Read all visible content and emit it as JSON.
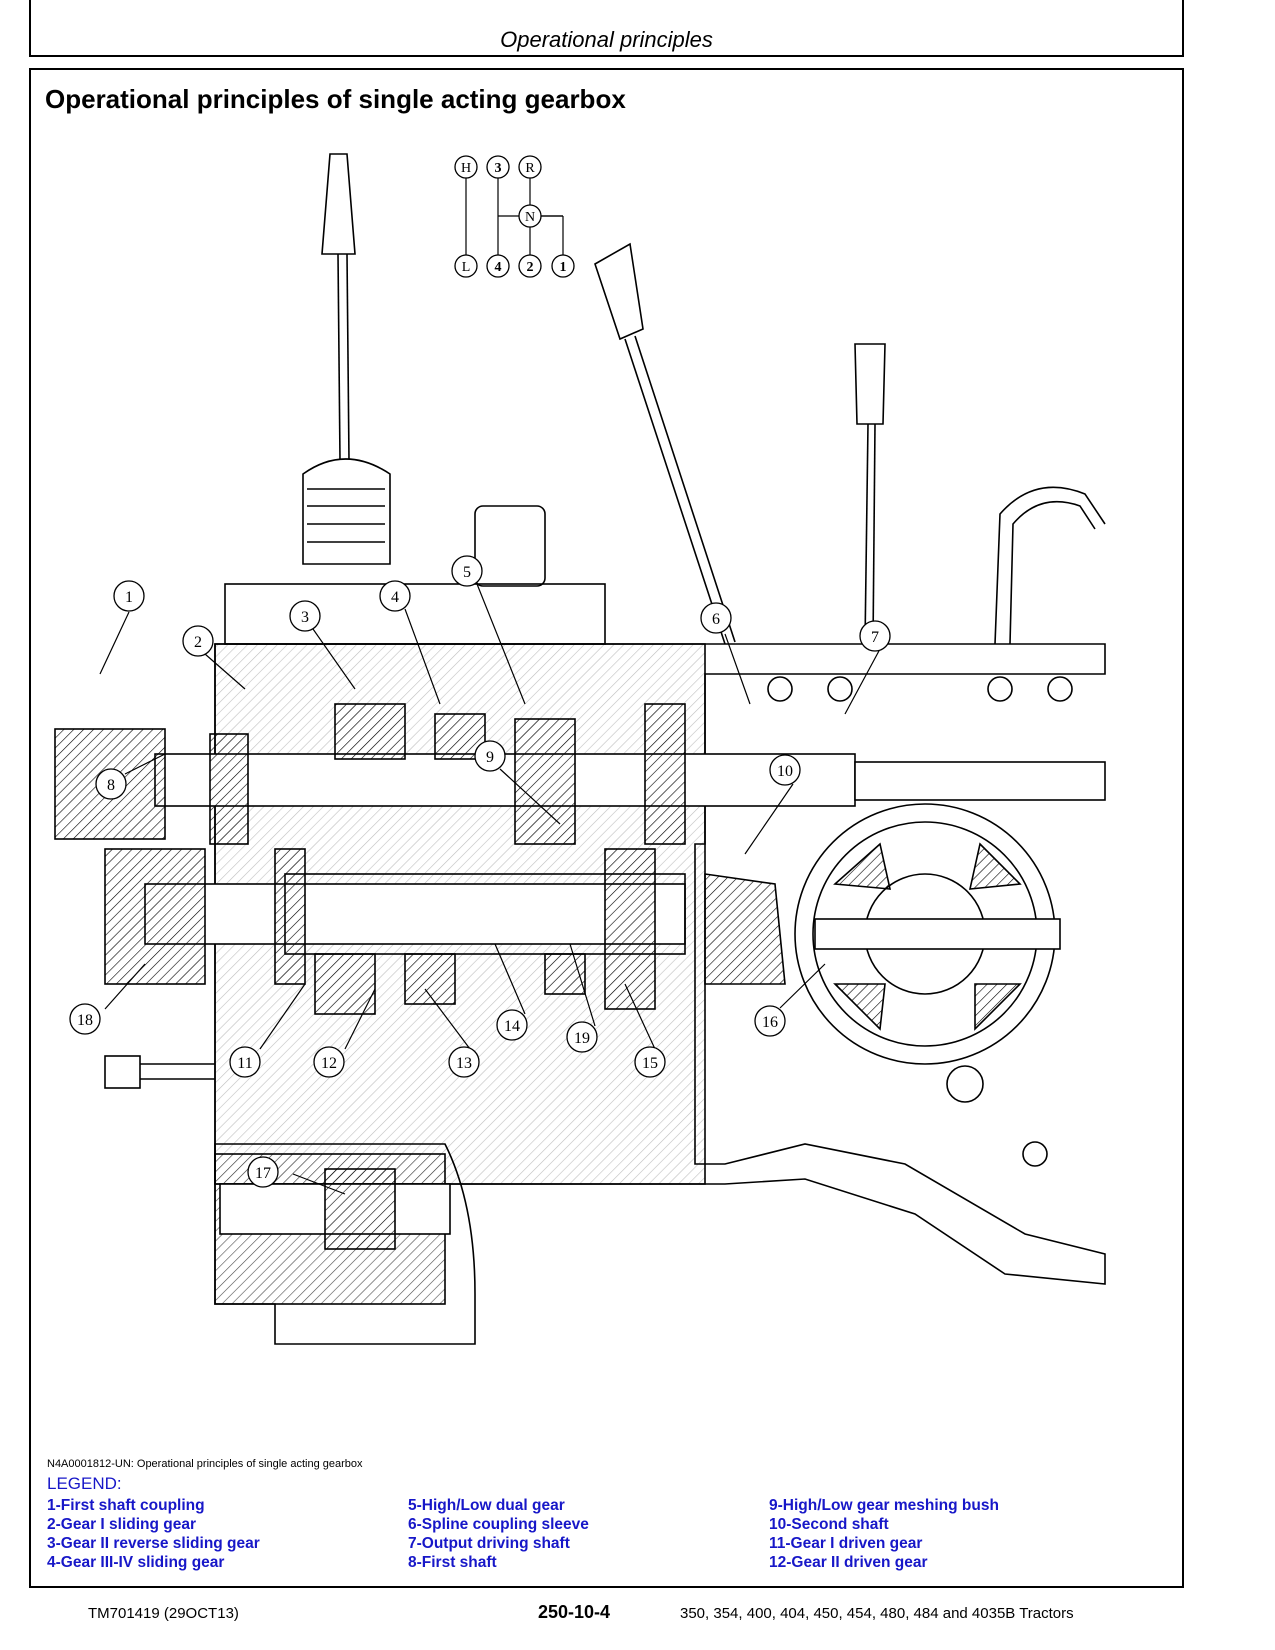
{
  "header": {
    "title": "Operational principles"
  },
  "section": {
    "title": "Operational principles of single acting gearbox"
  },
  "diagram": {
    "shift_pattern": [
      "H",
      "3",
      "R",
      "N",
      "L",
      "4",
      "2",
      "1"
    ],
    "callouts": [
      "1",
      "2",
      "3",
      "4",
      "5",
      "6",
      "7",
      "8",
      "9",
      "10",
      "11",
      "12",
      "13",
      "14",
      "15",
      "16",
      "17",
      "18",
      "19"
    ]
  },
  "figure": {
    "caption": "N4A0001812-UN: Operational principles of single acting gearbox",
    "legend_title": "LEGEND:",
    "legend": [
      [
        "1-First shaft coupling",
        "2-Gear I sliding gear",
        "3-Gear II reverse sliding gear",
        "4-Gear III-IV sliding gear"
      ],
      [
        "5-High/Low dual gear",
        "6-Spline coupling sleeve",
        "7-Output driving shaft",
        "8-First shaft"
      ],
      [
        "9-High/Low gear meshing bush",
        "10-Second shaft",
        "11-Gear I driven gear",
        "12-Gear II driven gear"
      ]
    ]
  },
  "footer": {
    "doc_id": "TM701419 (29OCT13)",
    "page": "250-10-4",
    "models": "350, 354, 400, 404, 450, 454, 480, 484 and 4035B Tractors"
  },
  "colors": {
    "legend_text": "#1717c8"
  }
}
